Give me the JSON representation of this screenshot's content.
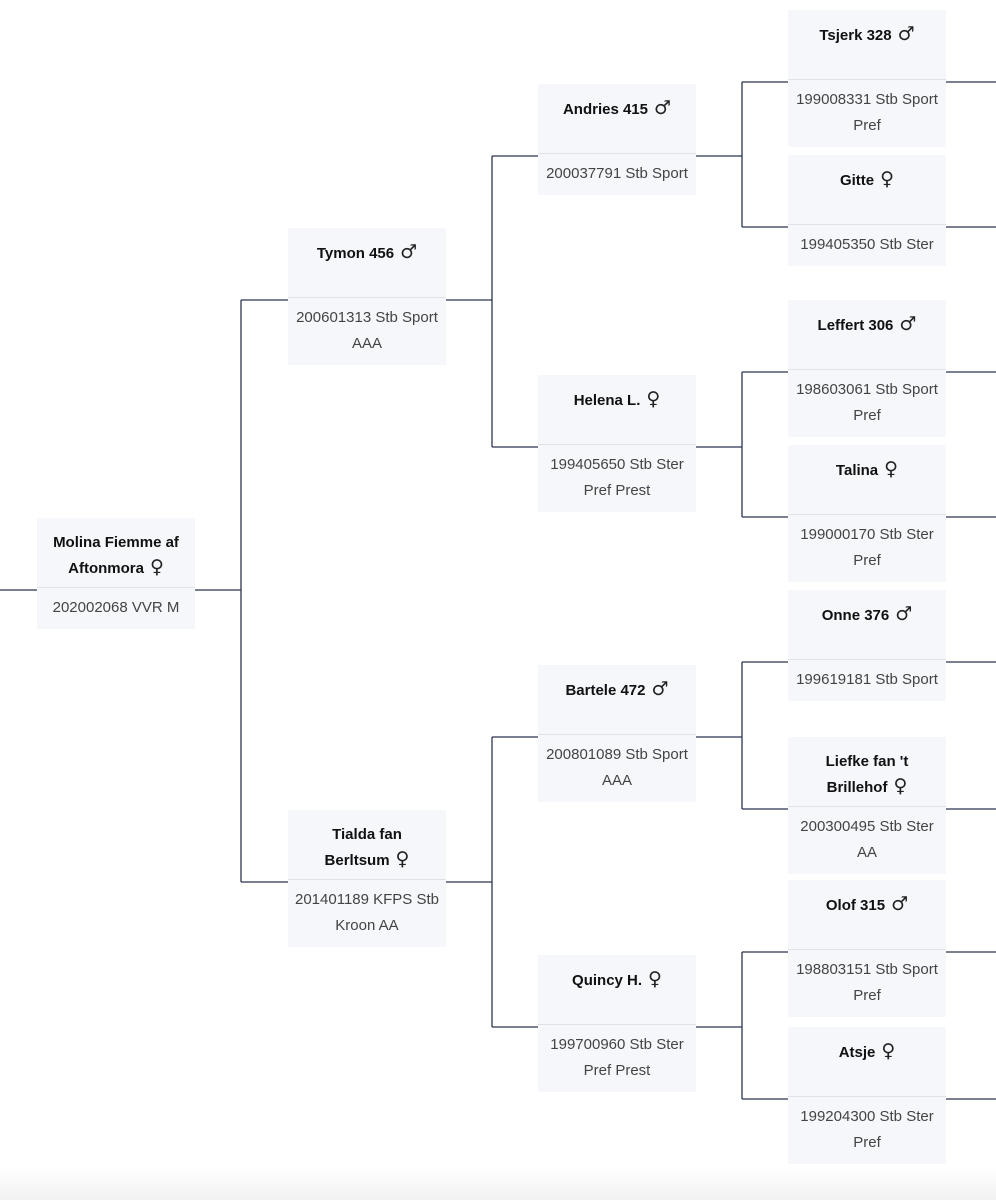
{
  "symbols": {
    "male": "♂",
    "female": "♀"
  },
  "horses": [
    {
      "id": "h0",
      "name": "Molina Fiemme af Aftonmora",
      "sex": "female",
      "reg": "202002068 VVR M"
    },
    {
      "id": "h1",
      "name": "Tymon 456",
      "sex": "male",
      "reg": "200601313 Stb Sport AAA"
    },
    {
      "id": "h2",
      "name": "Tialda fan Berltsum",
      "sex": "female",
      "reg": "201401189 KFPS Stb Kroon AA"
    },
    {
      "id": "h3",
      "name": "Andries 415",
      "sex": "male",
      "reg": "200037791 Stb Sport"
    },
    {
      "id": "h4",
      "name": "Helena L.",
      "sex": "female",
      "reg": "199405650 Stb Ster Pref Prest"
    },
    {
      "id": "h5",
      "name": "Bartele 472",
      "sex": "male",
      "reg": "200801089 Stb Sport AAA"
    },
    {
      "id": "h6",
      "name": "Quincy H.",
      "sex": "female",
      "reg": "199700960 Stb Ster Pref Prest"
    },
    {
      "id": "h7",
      "name": "Tsjerk 328",
      "sex": "male",
      "reg": "199008331 Stb Sport Pref"
    },
    {
      "id": "h8",
      "name": "Gitte",
      "sex": "female",
      "reg": "199405350 Stb Ster"
    },
    {
      "id": "h9",
      "name": "Leffert 306",
      "sex": "male",
      "reg": "198603061 Stb Sport Pref"
    },
    {
      "id": "h10",
      "name": "Talina",
      "sex": "female",
      "reg": "199000170 Stb Ster Pref"
    },
    {
      "id": "h11",
      "name": "Onne 376",
      "sex": "male",
      "reg": "199619181 Stb Sport"
    },
    {
      "id": "h12",
      "name": "Liefke fan 't Brillehof",
      "sex": "female",
      "reg": "200300495 Stb Ster AA"
    },
    {
      "id": "h13",
      "name": "Olof 315",
      "sex": "male",
      "reg": "198803151 Stb Sport Pref"
    },
    {
      "id": "h14",
      "name": "Atsje",
      "sex": "female",
      "reg": "199204300 Stb Ster Pref"
    }
  ]
}
